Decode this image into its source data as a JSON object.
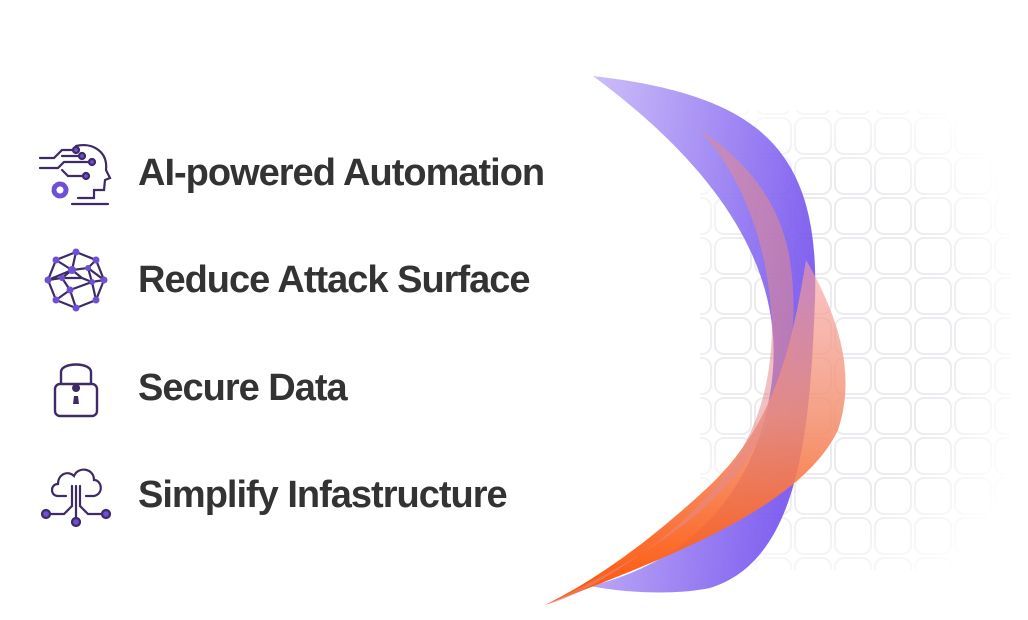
{
  "features": [
    {
      "label": "AI-powered Automation",
      "icon": "ai-head-circuit-icon"
    },
    {
      "label": "Reduce Attack Surface",
      "icon": "network-globe-icon"
    },
    {
      "label": "Secure Data",
      "icon": "padlock-icon"
    },
    {
      "label": "Simplify Infastructure",
      "icon": "cloud-network-icon"
    }
  ],
  "colors": {
    "text": "#333333",
    "icon": "#3d2a66",
    "icon_accent": "#6f4fd6",
    "ribbon_purple": "#7a5cf0",
    "ribbon_orange": "#ff5a0a"
  }
}
